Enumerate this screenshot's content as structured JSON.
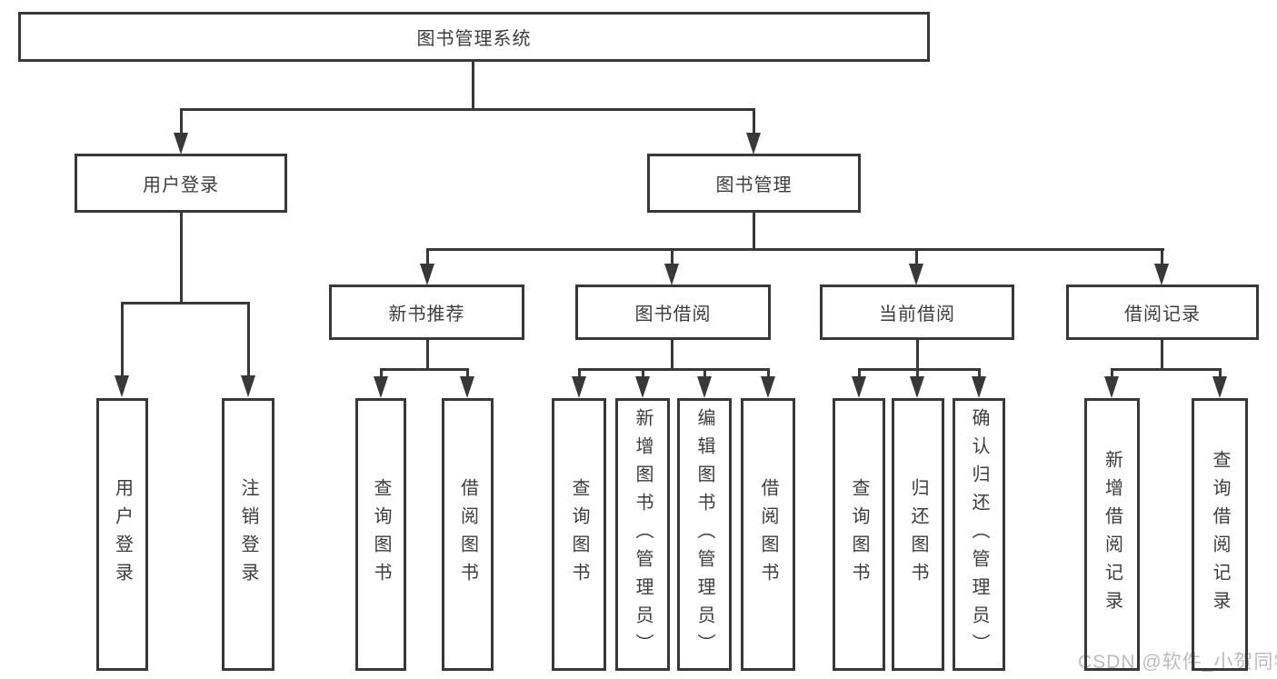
{
  "diagram": {
    "root": {
      "label": "图书管理系统"
    },
    "branches": [
      {
        "label": "用户登录",
        "children": [
          {
            "label": "用户登录"
          },
          {
            "label": "注销登录"
          }
        ]
      },
      {
        "label": "图书管理",
        "children": [
          {
            "label": "新书推荐",
            "children": [
              {
                "label": "查询图书"
              },
              {
                "label": "借阅图书"
              }
            ]
          },
          {
            "label": "图书借阅",
            "children": [
              {
                "label": "查询图书"
              },
              {
                "label": "新增图书（管理员）"
              },
              {
                "label": "编辑图书（管理员）"
              },
              {
                "label": "借阅图书"
              }
            ]
          },
          {
            "label": "当前借阅",
            "children": [
              {
                "label": "查询图书"
              },
              {
                "label": "归还图书"
              },
              {
                "label": "确认归还（管理员）"
              }
            ]
          },
          {
            "label": "借阅记录",
            "children": [
              {
                "label": "新增借阅记录"
              },
              {
                "label": "查询借阅记录"
              }
            ]
          }
        ]
      }
    ]
  },
  "watermark": {
    "text": "CSDN @软件_小贺同学"
  },
  "colors": {
    "line": "#383838",
    "text": "#3d3d3d",
    "watermark": "#bcbcbc",
    "background": "#ffffff"
  }
}
